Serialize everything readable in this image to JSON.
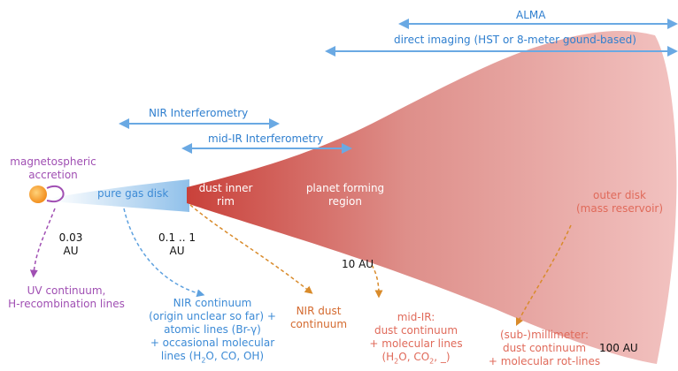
{
  "colors": {
    "disk_dark": "#c9413a",
    "disk_light": "#f2c2c0",
    "gas_disk": "#8fc0ea",
    "star": "#f5a23a",
    "arrow_blue": "#6aa9e3",
    "purple": "#a04fb3",
    "orange": "#d98b2b"
  },
  "techniques": {
    "alma": "ALMA",
    "direct_imaging": "direct imaging (HST or 8-meter gound-based)",
    "nir_interferometry": "NIR Interferometry",
    "midir_interferometry": "mid-IR Interferometry"
  },
  "regions": {
    "magnetospheric_1": "magnetospheric",
    "magnetospheric_2": "accretion",
    "pure_gas_disk": "pure gas disk",
    "dust_rim_1": "dust inner",
    "dust_rim_2": "rim",
    "planet_1": "planet forming",
    "planet_2": "region",
    "outer_1": "outer disk",
    "outer_2": "(mass reservoir)"
  },
  "distances": {
    "d1_a": "0.03",
    "d1_b": "AU",
    "d2_a": "0.1 .. 1",
    "d2_b": "AU",
    "d3": "10 AU",
    "d4": "100 AU"
  },
  "tracers": {
    "uv_1": "UV continuum,",
    "uv_2": "H-recombination lines",
    "nir_1": "NIR continuum",
    "nir_2": "(origin unclear so far) +",
    "nir_3": "atomic lines (Br-γ)",
    "nir_4": "+ occasional molecular",
    "nir_5a": "lines (H",
    "nir_5b": "2",
    "nir_5c": "O, CO, OH)",
    "nirdust_1": "NIR dust",
    "nirdust_2": "continuum",
    "midir_1": "mid-IR:",
    "midir_2": "dust continuum",
    "midir_3": "+ molecular lines",
    "midir_4a": "(H",
    "midir_4b": "2",
    "midir_4c": "O, CO",
    "midir_4d": "2",
    "midir_4e": ", _)",
    "submm_1": "(sub-)millimeter:",
    "submm_2": "dust continuum",
    "submm_3": "+ molecular rot-lines"
  }
}
